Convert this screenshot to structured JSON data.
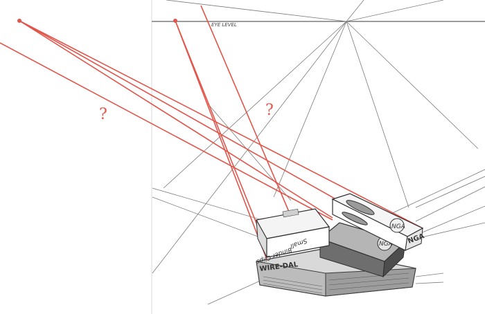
{
  "drawing": {
    "eye_level_label": "EYE LEVEL",
    "question_mark_left": "?",
    "question_mark_right": "?",
    "label_box_top_stamp": "NGA",
    "label_box_top_end": "NGA",
    "label_box_middle_stamp": "NGA",
    "label_box_white": "Binder Clips",
    "label_box_white_sub": "Small",
    "label_box_bottom": "WIRE-DAL"
  },
  "colors": {
    "construction_red": "#e2554a",
    "pencil_gray": "#7a7a7a",
    "paper": "#ffffff"
  }
}
